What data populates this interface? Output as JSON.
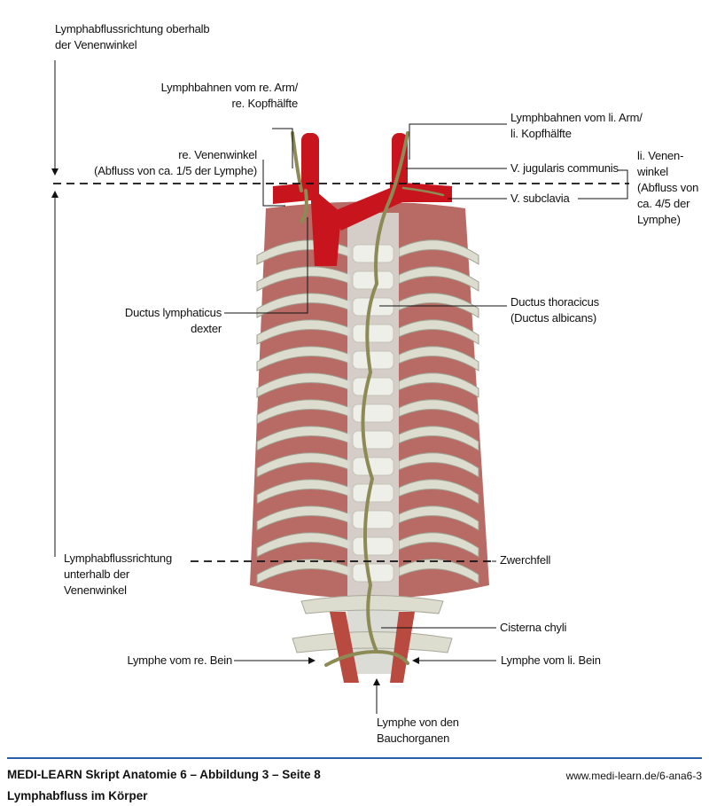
{
  "labels": {
    "top_left": [
      "Lymphabflussrichtung oberhalb",
      "der Venenwinkel"
    ],
    "right_arm": [
      "Lymphbahnen vom re. Arm/",
      "re. Kopfhälfte"
    ],
    "right_angle": [
      "re. Venenwinkel",
      "(Abfluss von ca. 1/5 der Lymphe)"
    ],
    "ductus_lymph": [
      "Ductus lymphaticus",
      "dexter"
    ],
    "left_arm": [
      "Lymphbahnen vom li. Arm/",
      "li. Kopfhälfte"
    ],
    "jugularis": "V. jugularis communis",
    "subclavia": "V. subclavia",
    "left_angle": [
      "li. Venen-",
      "winkel",
      "(Abfluss von",
      "ca. 4/5 der",
      "Lymphe)"
    ],
    "ductus_thor": [
      "Ductus thoracicus",
      "(Ductus albicans)"
    ],
    "zwerchfell": "Zwerchfell",
    "bottom_left": [
      "Lymphabflussrichtung",
      "unterhalb der",
      "Venenwinkel"
    ],
    "cisterna": "Cisterna chyli",
    "right_leg": "Lymphe vom re. Bein",
    "left_leg": "Lymphe vom li. Bein",
    "abdomen": [
      "Lymphe von den",
      "Bauchorganen"
    ]
  },
  "footer": {
    "title": "MEDI-LEARN Skript Anatomie 6 – Abbildung 3 – Seite 8",
    "url": "www.medi-learn.de/6-ana6-3",
    "subtitle": "Lymphabfluss im Körper"
  },
  "colors": {
    "vein": "#c8141c",
    "muscle": "#b25a55",
    "bone": "#dcdccf",
    "lymph": "#8c8a55",
    "rule": "#2a5ea8"
  }
}
